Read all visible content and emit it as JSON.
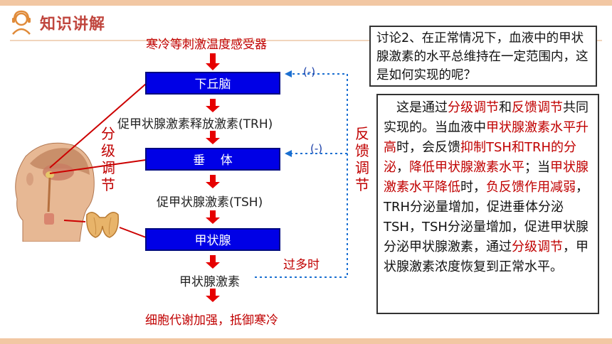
{
  "header": {
    "title": "知识讲解"
  },
  "flow": {
    "stimulus": "寒冷等刺激温度感受器",
    "hypothalamus": "下丘脑",
    "trh": "促甲状腺激素释放激素(TRH)",
    "pituitary": "垂    体",
    "tsh": "促甲状腺激素(TSH)",
    "thyroid": "甲状腺",
    "hormone": "甲状腺激素",
    "result": "细胞代谢加强，抵御寒冷",
    "grading_label": "分级调节",
    "feedback_label": "反馈调节",
    "excess_label": "过多时",
    "minus1": "(-)",
    "minus2": "(-)"
  },
  "question": {
    "text": "讨论2、在正常情况下，血液中的甲状腺激素的水平总维持在一定范围内，这是如何实现的呢？"
  },
  "answer": {
    "segments": [
      {
        "t": "这是通过",
        "h": false
      },
      {
        "t": "分级调节",
        "h": true
      },
      {
        "t": "和",
        "h": false
      },
      {
        "t": "反馈调节",
        "h": true
      },
      {
        "t": "共同实现的。当血液中",
        "h": false
      },
      {
        "t": "甲状腺激素水平升高",
        "h": true
      },
      {
        "t": "时，会反馈",
        "h": false
      },
      {
        "t": "抑制TSH和TRH的分泌",
        "h": true
      },
      {
        "t": "，",
        "h": false
      },
      {
        "t": "降低甲状腺激素水平",
        "h": true
      },
      {
        "t": "；当",
        "h": false
      },
      {
        "t": "甲状腺激素水平降低",
        "h": true
      },
      {
        "t": "时，",
        "h": false
      },
      {
        "t": "负反馈作用减弱",
        "h": true
      },
      {
        "t": "，TRH分泌量增加，促进垂体分泌TSH，TSH分泌量增加，促进甲状腺分泌甲状腺激素，通过",
        "h": false
      },
      {
        "t": "分级调节",
        "h": true
      },
      {
        "t": "，甲状腺激素浓度恢复到正常水平。",
        "h": false
      }
    ]
  },
  "colors": {
    "accent": "#c00000",
    "box": "#0000e6",
    "dotted": "#1a6fd1"
  }
}
